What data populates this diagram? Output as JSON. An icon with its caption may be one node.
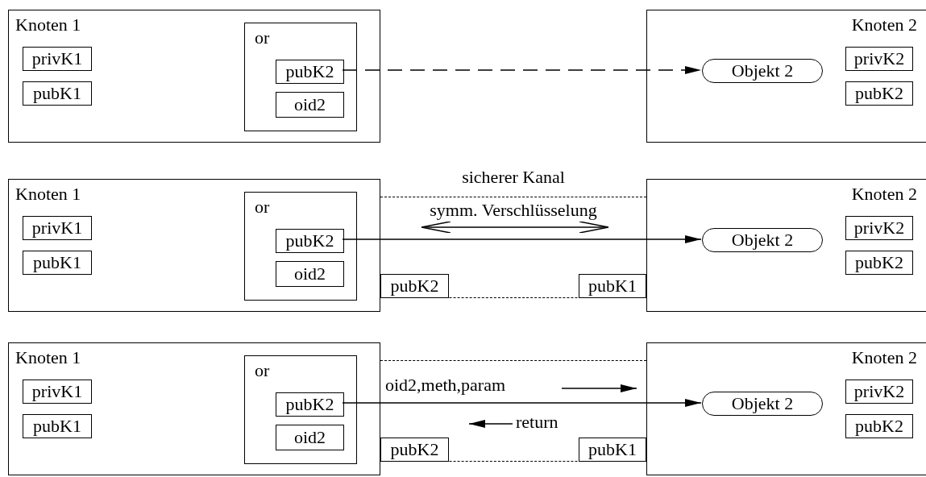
{
  "diagram": {
    "nodes": [
      {
        "text": [
          "Knoten 1"
        ]
      },
      {
        "text": [
          "privK1"
        ],
        "in": 0
      },
      {
        "text": [
          "pubK1"
        ],
        "in": 0
      },
      {
        "text": [
          "or"
        ],
        "in": 0
      },
      {
        "text": [
          "pubK2"
        ],
        "in": 3
      },
      {
        "text": [
          "oid2"
        ],
        "in": 3
      },
      {
        "text": [
          "Knoten 2"
        ]
      },
      {
        "text": [
          "Objekt 2"
        ],
        "in": 6
      },
      {
        "text": [
          "privK2"
        ],
        "in": 6
      },
      {
        "text": [
          "pubK2"
        ],
        "in": 6
      },
      {
        "text": [
          "Knoten 1"
        ]
      },
      {
        "text": [
          "privK1"
        ],
        "in": 10
      },
      {
        "text": [
          "pubK1"
        ],
        "in": 10
      },
      {
        "text": [
          "or"
        ],
        "in": 10
      },
      {
        "text": [
          "pubK2"
        ],
        "in": 13
      },
      {
        "text": [
          "oid2"
        ],
        "in": 13
      },
      {
        "text": [
          "sicherer Kanal"
        ]
      },
      {
        "text": [
          "pubK2"
        ],
        "in": 16
      },
      {
        "text": [
          "pubK1"
        ],
        "in": 16
      },
      {
        "text": [
          "Knoten 2"
        ]
      },
      {
        "text": [
          "Objekt 2"
        ],
        "in": 19
      },
      {
        "text": [
          "privK2"
        ],
        "in": 19
      },
      {
        "text": [
          "pubK2"
        ],
        "in": 19
      },
      {
        "text": [
          "Knoten 1"
        ]
      },
      {
        "text": [
          "privK1"
        ],
        "in": 23
      },
      {
        "text": [
          "pubK1"
        ],
        "in": 23
      },
      {
        "text": [
          "or"
        ],
        "in": 23
      },
      {
        "text": [
          "pubK2"
        ],
        "in": 26
      },
      {
        "text": [
          "oid2"
        ],
        "in": 26
      },
      {
        "text": [],
        "shape": "band"
      },
      {
        "text": [
          "pubK2"
        ],
        "in": 29
      },
      {
        "text": [
          "pubK1"
        ],
        "in": 29
      },
      {
        "text": [
          "Knoten 2"
        ]
      },
      {
        "text": [
          "Objekt 2"
        ],
        "in": 32
      },
      {
        "text": [
          "privK2"
        ],
        "in": 32
      },
      {
        "text": [
          "pubK2"
        ],
        "in": 32
      }
    ],
    "edges": [
      {
        "from": 4,
        "to": 7,
        "arrow": "to",
        "style": "dashed"
      },
      {
        "from": 14,
        "to": 20,
        "arrow": "to"
      },
      {
        "from": 27,
        "to": 33,
        "arrow": "to"
      }
    ],
    "labels": [
      "symm. Verschlüsselung",
      "oid2,meth,param",
      "return"
    ]
  }
}
